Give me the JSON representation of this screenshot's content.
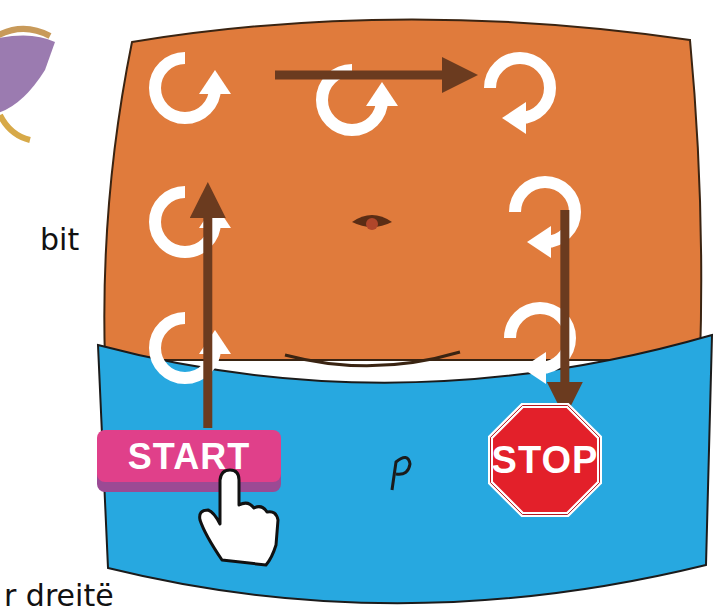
{
  "diagram": {
    "nodes": [
      {
        "text": [
          "START"
        ]
      },
      {
        "text": [
          "STOP"
        ]
      }
    ],
    "edges": [
      {
        "from": 0,
        "to": 1,
        "arrow": "to"
      }
    ],
    "labels": [
      "bit",
      "r dreitë"
    ]
  }
}
